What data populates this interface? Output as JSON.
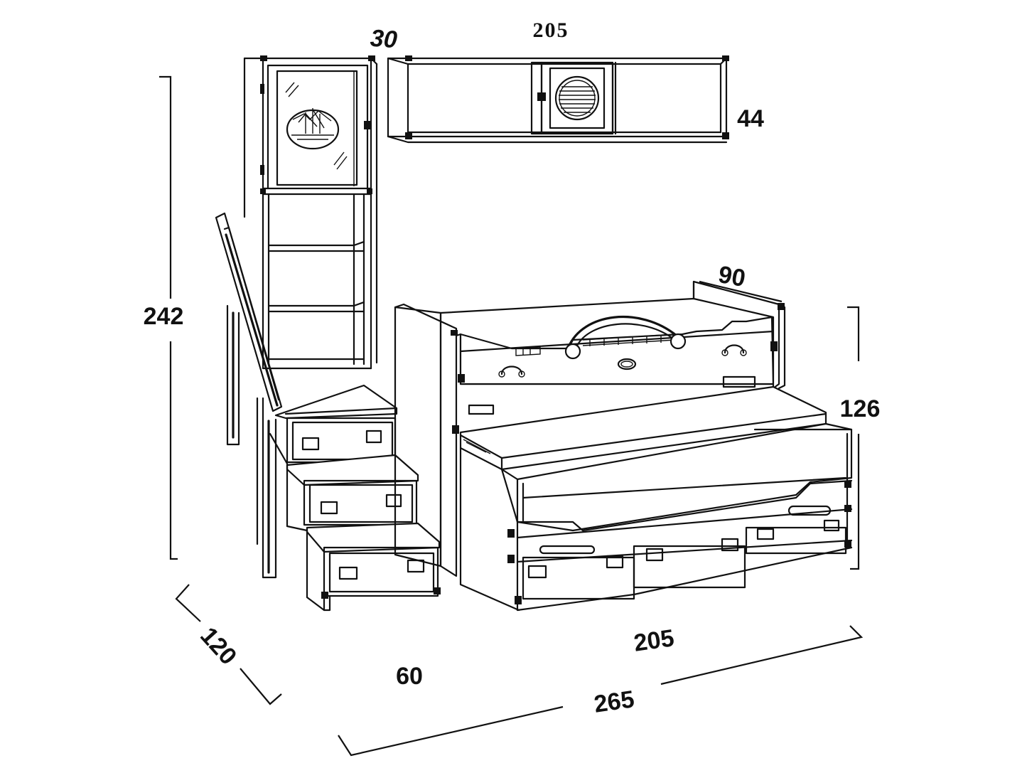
{
  "dimensions": {
    "shelf_width": "205",
    "column_depth": "30",
    "shelf_height": "44",
    "total_height": "242",
    "bed_width": "90",
    "bed_height": "126",
    "depth_left": "120",
    "stair_depth": "60",
    "bed_length": "205",
    "total_length": "265"
  },
  "colors": {
    "line": "#111111",
    "background": "#ffffff"
  }
}
